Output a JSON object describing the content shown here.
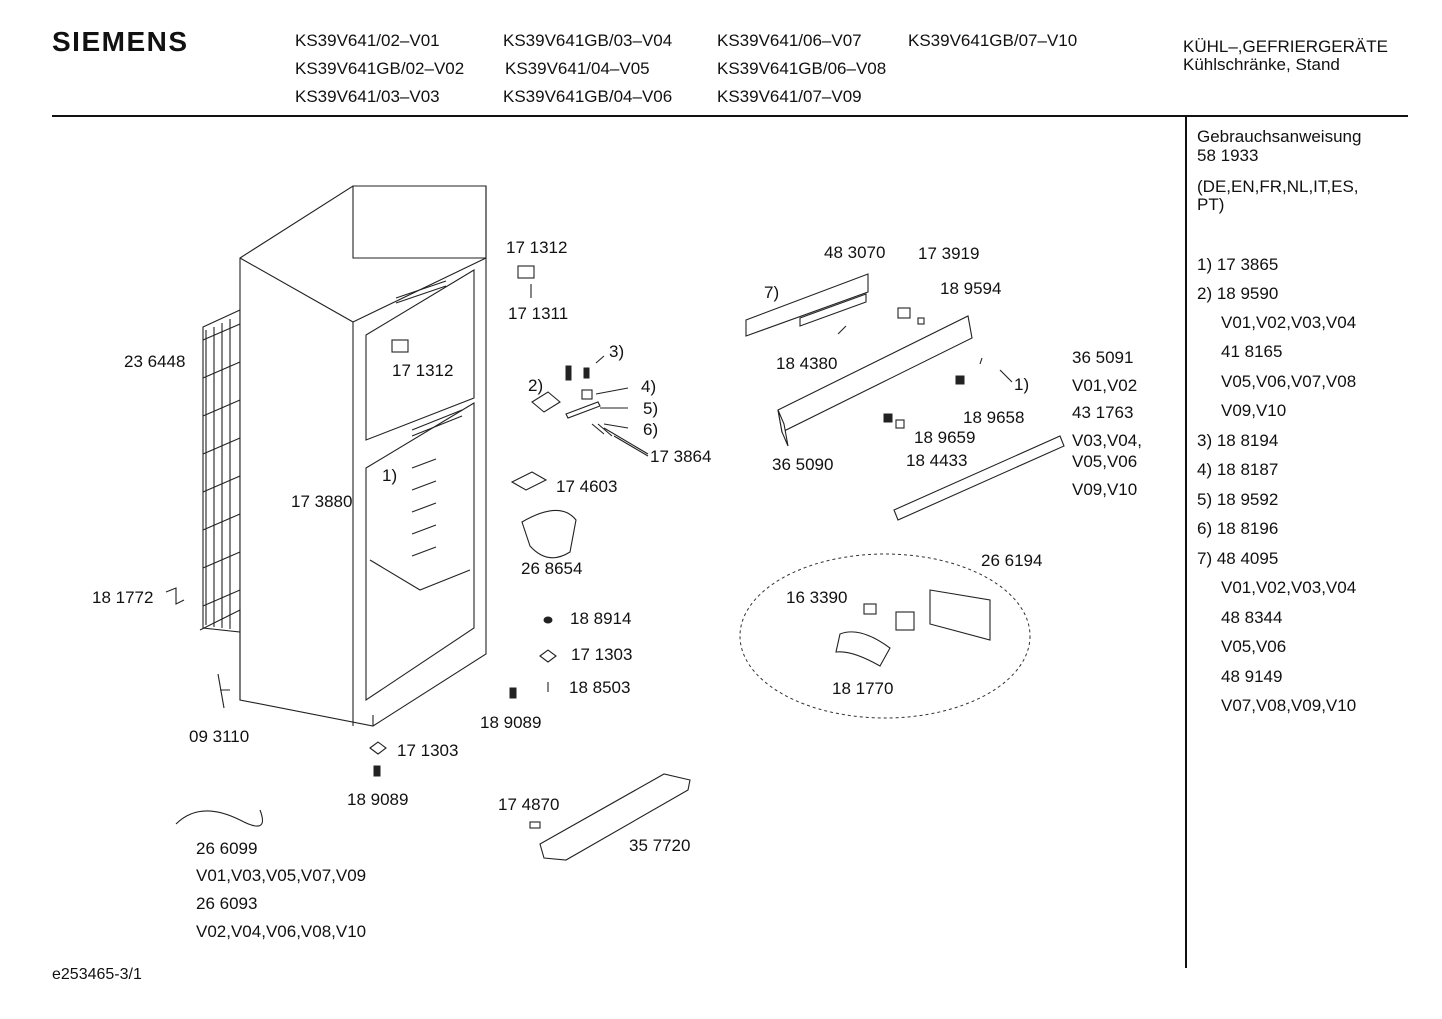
{
  "brand": "SIEMENS",
  "models": [
    "KS39V641/02–V01",
    "KS39V641GB/03–V04",
    "KS39V641/06–V07",
    "KS39V641GB/07–V10",
    "KS39V641GB/02–V02",
    "KS39V641/04–V05",
    "KS39V641GB/06–V08",
    "KS39V641/03–V03",
    "KS39V641GB/04–V06",
    "KS39V641/07–V09"
  ],
  "category": {
    "line1": "KÜHL–,GEFRIERGERÄTE",
    "line2": "Kühlschränke, Stand"
  },
  "sidebar": {
    "manual_title": "Gebrauchsanweisung",
    "manual_number": "58 1933",
    "languages_1": "(DE,EN,FR,NL,IT,ES,",
    "languages_2": "PT)",
    "notes": [
      "1) 17 3865",
      "2) 18 9590",
      "V01,V02,V03,V04",
      "41 8165",
      "V05,V06,V07,V08",
      "V09,V10",
      "3) 18 8194",
      "4) 18 8187",
      "5) 18 9592",
      "6) 18 8196",
      "7) 48 4095",
      "V01,V02,V03,V04",
      "48 8344",
      "V05,V06",
      "48 9149",
      "V07,V08,V09,V10"
    ]
  },
  "parts": [
    "17 1312",
    "17 1311",
    "17 1312",
    "23 6448",
    "2)",
    "3)",
    "4)",
    "5)",
    "6)",
    "17 3864",
    "1)",
    "17 3880",
    "17 4603",
    "26 8654",
    "18 1772",
    "18 8914",
    "17 1303",
    "18 8503",
    "18 9089",
    "09 3110",
    "17 1303",
    "18 9089",
    "26 6099",
    "V01,V03,V05,V07,V09",
    "26 6093",
    "V02,V04,V06,V08,V10",
    "17 4870",
    "35 7720",
    "48 3070",
    "17 3919",
    "7)",
    "18 9594",
    "18 4380",
    "36 5091",
    "V01,V02",
    "1)",
    "43 1763",
    "V03,V04,",
    "V05,V06",
    "V09,V10",
    "18 9658",
    "18 9659",
    "18 4433",
    "36 5090",
    "26 6194",
    "16 3390",
    "18 1770"
  ],
  "footer": "e253465-3/1"
}
